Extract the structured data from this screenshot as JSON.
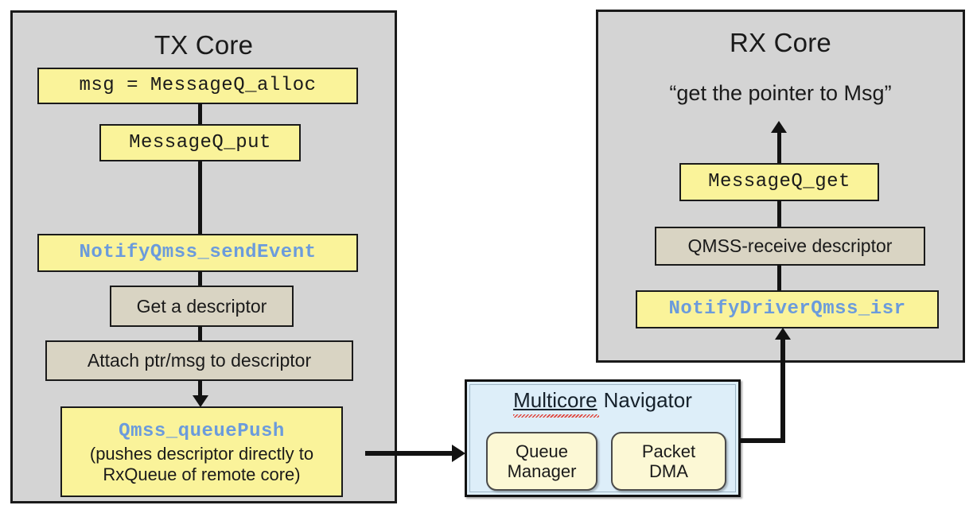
{
  "diagram": {
    "tx_core": {
      "title": "TX Core",
      "nodes": [
        {
          "label": "msg = MessageQ_alloc",
          "style": "yellow-mono"
        },
        {
          "label": "MessageQ_put",
          "style": "yellow-mono"
        },
        {
          "label": "NotifyQmss_sendEvent",
          "style": "yellow-mono-blue"
        },
        {
          "label": "Get a descriptor",
          "style": "tan-sans"
        },
        {
          "label": "Attach ptr/msg to descriptor",
          "style": "tan-sans"
        },
        {
          "label": "Qmss_queuePush",
          "style": "yellow-mono-blue",
          "sub_line_1": "(pushes descriptor directly to",
          "sub_line_2": "RxQueue of remote core)"
        }
      ]
    },
    "rx_core": {
      "title": "RX Core",
      "quote": "“get the pointer to Msg”",
      "nodes": [
        {
          "label": "MessageQ_get",
          "style": "yellow-mono"
        },
        {
          "label": "QMSS-receive descriptor",
          "style": "tan-sans"
        },
        {
          "label": "NotifyDriverQmss_isr",
          "style": "yellow-mono-blue"
        }
      ]
    },
    "navigator": {
      "title_part_misspelled": "Multicore",
      "title_part_rest": "Navigator",
      "blocks": [
        {
          "line1": "Queue",
          "line2": "Manager"
        },
        {
          "line1": "Packet",
          "line2": "DMA"
        }
      ]
    },
    "colors": {
      "core_fill": "#d4d4d4",
      "yellow_fill": "#faf39a",
      "tan_fill": "#d9d4c3",
      "navigator_fill": "#ddeef9",
      "navigator_block_fill": "#fcf8d5",
      "api_text_blue": "#6b9bdc",
      "stroke": "#1a1a1a",
      "spellcheck_squiggle": "#e03a2f"
    }
  }
}
